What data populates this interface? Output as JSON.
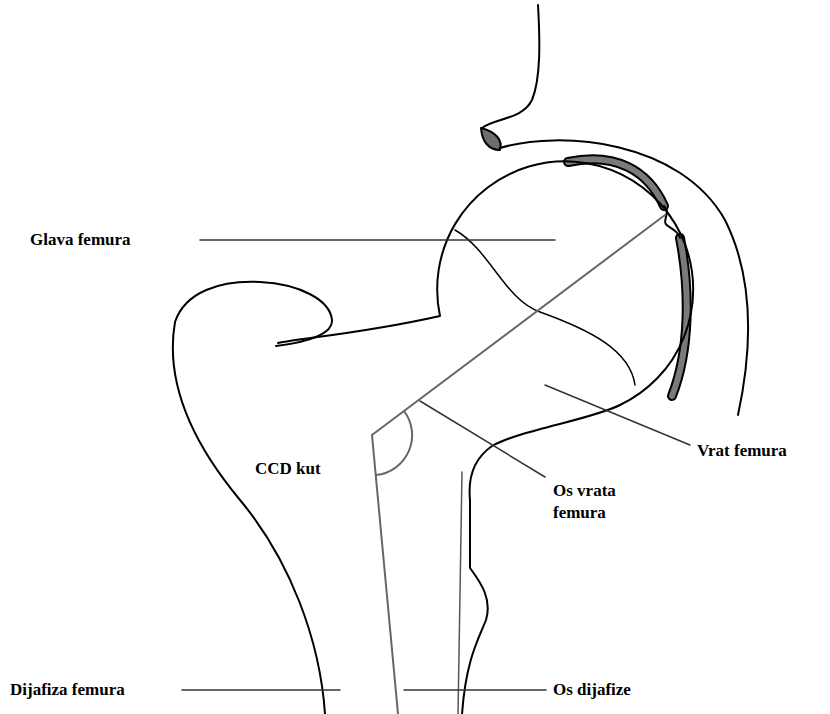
{
  "diagram": {
    "labels": [
      "Glava femura",
      "Vrat femura",
      "CCD kut",
      "Os vrata femura",
      "Dijafiza femura",
      "Os dijafize"
    ]
  }
}
